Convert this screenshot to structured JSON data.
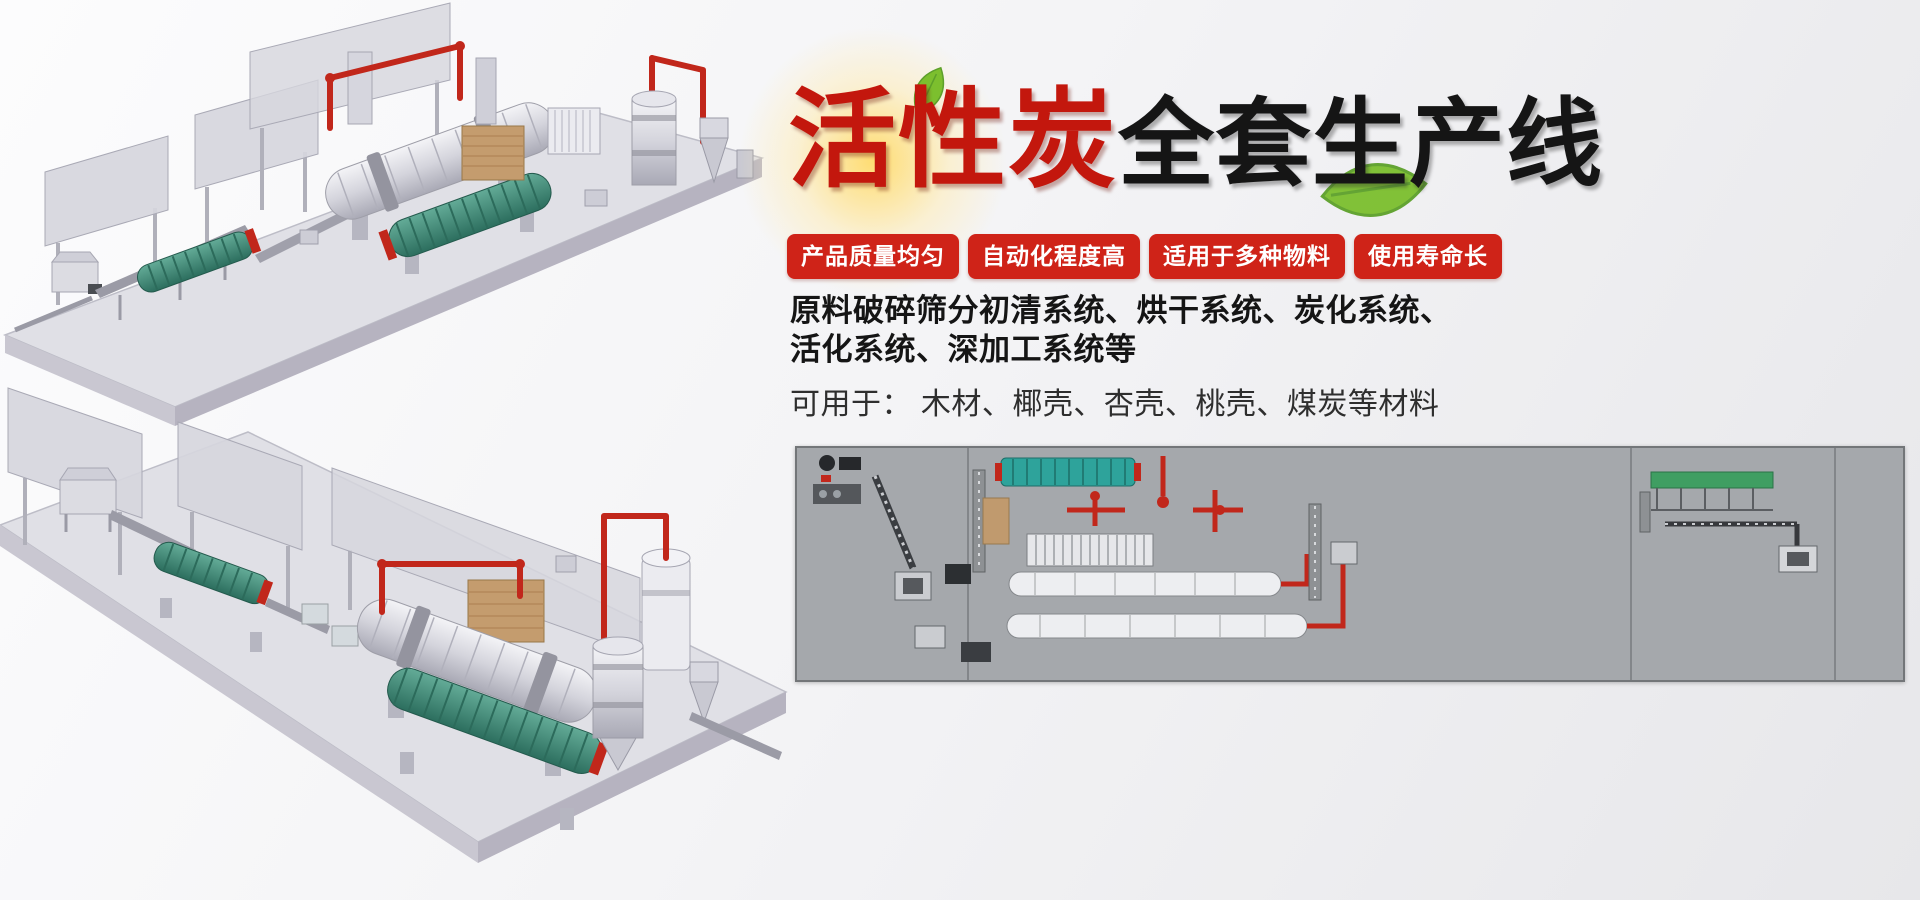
{
  "hero": {
    "title": {
      "highlight": "活性炭",
      "rest": "全套生产线"
    },
    "badges": [
      {
        "label": "产品质量均匀"
      },
      {
        "label": "自动化程度高"
      },
      {
        "label": "适用于多种物料"
      },
      {
        "label": "使用寿命长"
      }
    ],
    "description": {
      "line1": "原料破碎筛分初清系统、烘干系统、炭化系统、",
      "line2": "活化系统、深加工系统等",
      "line3": "可用于： 木材、椰壳、杏壳、桃壳、煤炭等材料"
    }
  },
  "colors": {
    "badge_red": "#cf2318",
    "title_red": "#c3170d",
    "title_dark": "#151515",
    "leaf_green": "#7cbf2e",
    "pipe_red": "#c1271b",
    "machine_teal": "#3f8f7e",
    "diagram_background": "#a5a8ac",
    "platform_gray": "#e0e0e6"
  },
  "illustrations": {
    "top": "3d-production-line-render-top",
    "bottom": "3d-production-line-render-bottom",
    "layout": "plant-layout-top-view-diagram"
  }
}
